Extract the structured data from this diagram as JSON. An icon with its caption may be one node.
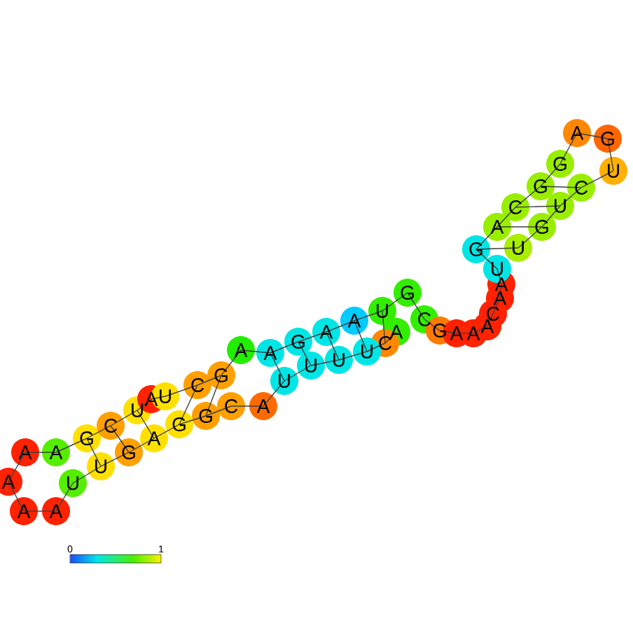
{
  "diagram": {
    "nodes": [
      {
        "text": [
          "A"
        ]
      },
      {
        "text": [
          "C"
        ]
      },
      {
        "text": [
          "U"
        ]
      },
      {
        "text": [
          "U"
        ]
      },
      {
        "text": [
          "U"
        ]
      },
      {
        "text": [
          "U"
        ]
      },
      {
        "text": [
          "A"
        ]
      },
      {
        "text": [
          "C"
        ]
      },
      {
        "text": [
          "G"
        ]
      },
      {
        "text": [
          "G"
        ]
      },
      {
        "text": [
          "A"
        ]
      },
      {
        "text": [
          "G"
        ]
      },
      {
        "text": [
          "U"
        ]
      },
      {
        "text": [
          "U"
        ]
      },
      {
        "text": [
          "A"
        ]
      },
      {
        "text": [
          "A"
        ]
      },
      {
        "text": [
          "A"
        ]
      },
      {
        "text": [
          "A"
        ]
      },
      {
        "text": [
          "A"
        ]
      },
      {
        "text": [
          "G"
        ]
      },
      {
        "text": [
          "C"
        ]
      },
      {
        "text": [
          "U"
        ]
      },
      {
        "text": [
          "A"
        ]
      },
      {
        "text": [
          "U"
        ]
      },
      {
        "text": [
          "C"
        ]
      },
      {
        "text": [
          "G"
        ]
      },
      {
        "text": [
          "A"
        ]
      },
      {
        "text": [
          "A"
        ]
      },
      {
        "text": [
          "G"
        ]
      },
      {
        "text": [
          "A"
        ]
      },
      {
        "text": [
          "A"
        ]
      },
      {
        "text": [
          "U"
        ]
      },
      {
        "text": [
          "G"
        ]
      },
      {
        "text": [
          "C"
        ]
      },
      {
        "text": [
          "G"
        ]
      },
      {
        "text": [
          "A"
        ]
      },
      {
        "text": [
          "A"
        ]
      },
      {
        "text": [
          "A"
        ]
      },
      {
        "text": [
          "C"
        ]
      },
      {
        "text": [
          "A"
        ]
      },
      {
        "text": [
          "A"
        ]
      },
      {
        "text": [
          "U"
        ]
      },
      {
        "text": [
          "G"
        ]
      },
      {
        "text": [
          "A"
        ]
      },
      {
        "text": [
          "C"
        ]
      },
      {
        "text": [
          "G"
        ]
      },
      {
        "text": [
          "G"
        ]
      },
      {
        "text": [
          "A"
        ]
      },
      {
        "text": [
          "G"
        ]
      },
      {
        "text": [
          "U"
        ]
      },
      {
        "text": [
          "C"
        ]
      },
      {
        "text": [
          "U"
        ]
      },
      {
        "text": [
          "G"
        ]
      },
      {
        "text": [
          "U"
        ]
      }
    ],
    "edges": [
      {
        "from": 0,
        "to": 1,
        "arrow": "none"
      },
      {
        "from": 1,
        "to": 2,
        "arrow": "none"
      },
      {
        "from": 2,
        "to": 3,
        "arrow": "none"
      },
      {
        "from": 3,
        "to": 4,
        "arrow": "none"
      },
      {
        "from": 4,
        "to": 5,
        "arrow": "none"
      },
      {
        "from": 5,
        "to": 6,
        "arrow": "none"
      },
      {
        "from": 6,
        "to": 7,
        "arrow": "none"
      },
      {
        "from": 7,
        "to": 8,
        "arrow": "none"
      },
      {
        "from": 8,
        "to": 9,
        "arrow": "none"
      },
      {
        "from": 9,
        "to": 10,
        "arrow": "none"
      },
      {
        "from": 10,
        "to": 11,
        "arrow": "none"
      },
      {
        "from": 11,
        "to": 12,
        "arrow": "none"
      },
      {
        "from": 12,
        "to": 13,
        "arrow": "none"
      },
      {
        "from": 13,
        "to": 14,
        "arrow": "none"
      },
      {
        "from": 14,
        "to": 15,
        "arrow": "none"
      },
      {
        "from": 15,
        "to": 16,
        "arrow": "none"
      },
      {
        "from": 16,
        "to": 17,
        "arrow": "none"
      },
      {
        "from": 17,
        "to": 18,
        "arrow": "none"
      },
      {
        "from": 18,
        "to": 19,
        "arrow": "none"
      },
      {
        "from": 19,
        "to": 20,
        "arrow": "none"
      },
      {
        "from": 20,
        "to": 21,
        "arrow": "none"
      },
      {
        "from": 21,
        "to": 22,
        "arrow": "none"
      },
      {
        "from": 22,
        "to": 23,
        "arrow": "none"
      },
      {
        "from": 23,
        "to": 24,
        "arrow": "none"
      },
      {
        "from": 24,
        "to": 25,
        "arrow": "none"
      },
      {
        "from": 25,
        "to": 26,
        "arrow": "none"
      },
      {
        "from": 26,
        "to": 27,
        "arrow": "none"
      },
      {
        "from": 27,
        "to": 28,
        "arrow": "none"
      },
      {
        "from": 28,
        "to": 29,
        "arrow": "none"
      },
      {
        "from": 29,
        "to": 30,
        "arrow": "none"
      },
      {
        "from": 30,
        "to": 31,
        "arrow": "none"
      },
      {
        "from": 31,
        "to": 32,
        "arrow": "none"
      },
      {
        "from": 32,
        "to": 33,
        "arrow": "none"
      },
      {
        "from": 33,
        "to": 34,
        "arrow": "none"
      },
      {
        "from": 34,
        "to": 35,
        "arrow": "none"
      },
      {
        "from": 35,
        "to": 36,
        "arrow": "none"
      },
      {
        "from": 36,
        "to": 37,
        "arrow": "none"
      },
      {
        "from": 37,
        "to": 38,
        "arrow": "none"
      },
      {
        "from": 38,
        "to": 39,
        "arrow": "none"
      },
      {
        "from": 39,
        "to": 40,
        "arrow": "none"
      },
      {
        "from": 40,
        "to": 41,
        "arrow": "none"
      },
      {
        "from": 41,
        "to": 42,
        "arrow": "none"
      },
      {
        "from": 42,
        "to": 43,
        "arrow": "none"
      },
      {
        "from": 43,
        "to": 44,
        "arrow": "none"
      },
      {
        "from": 44,
        "to": 45,
        "arrow": "none"
      },
      {
        "from": 45,
        "to": 46,
        "arrow": "none"
      },
      {
        "from": 46,
        "to": 47,
        "arrow": "none"
      },
      {
        "from": 47,
        "to": 48,
        "arrow": "none"
      },
      {
        "from": 48,
        "to": 49,
        "arrow": "none"
      },
      {
        "from": 49,
        "to": 50,
        "arrow": "none"
      },
      {
        "from": 50,
        "to": 51,
        "arrow": "none"
      },
      {
        "from": 51,
        "to": 52,
        "arrow": "none"
      },
      {
        "from": 52,
        "to": 53,
        "arrow": "none"
      },
      {
        "from": 19,
        "to": 12,
        "arrow": "none"
      },
      {
        "from": 20,
        "to": 11,
        "arrow": "none"
      },
      {
        "from": 21,
        "to": 10,
        "arrow": "none"
      },
      {
        "from": 24,
        "to": 9,
        "arrow": "none"
      },
      {
        "from": 25,
        "to": 8,
        "arrow": "none"
      },
      {
        "from": 27,
        "to": 5,
        "arrow": "none"
      },
      {
        "from": 28,
        "to": 4,
        "arrow": "none"
      },
      {
        "from": 29,
        "to": 3,
        "arrow": "none"
      },
      {
        "from": 30,
        "to": 2,
        "arrow": "none"
      },
      {
        "from": 31,
        "to": 1,
        "arrow": "none"
      },
      {
        "from": 42,
        "to": 53,
        "arrow": "none"
      },
      {
        "from": 43,
        "to": 52,
        "arrow": "none"
      },
      {
        "from": 44,
        "to": 51,
        "arrow": "none"
      },
      {
        "from": 45,
        "to": 50,
        "arrow": "none"
      }
    ],
    "labels": [
      "0",
      "1"
    ]
  }
}
